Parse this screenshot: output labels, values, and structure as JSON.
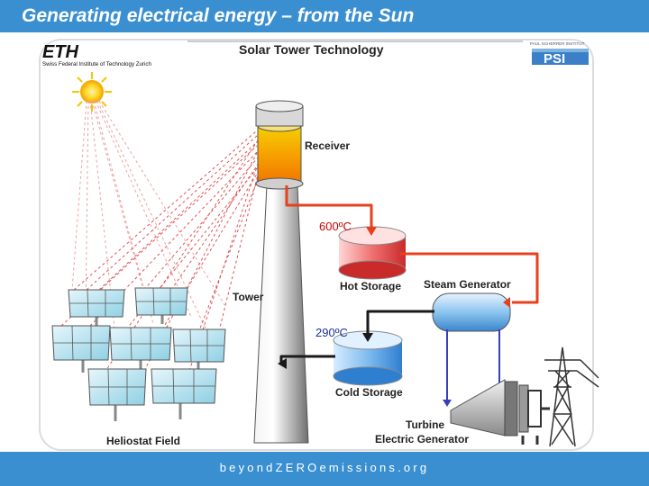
{
  "slide": {
    "title": "Generating electrical energy – from the Sun",
    "footer": "beyondZEROemissions.org"
  },
  "diagram": {
    "heading": "Solar Tower Technology",
    "logo_left": {
      "name": "ETH",
      "tagline": "Swiss Federal Institute of Technology Zurich"
    },
    "logo_right": {
      "name": "PSI",
      "tagline": "PAUL SCHERRER INSTITUT"
    },
    "labels": {
      "receiver": "Receiver",
      "tower": "Tower",
      "hot_storage": "Hot Storage",
      "steam_generator": "Steam Generator",
      "cold_storage": "Cold Storage",
      "turbine": "Turbine",
      "electric_generator": "Electric Generator",
      "heliostat_field": "Heliostat Field"
    },
    "temperatures": {
      "hot": "600ºC",
      "cold": "290ºC"
    },
    "colors": {
      "hot_pipe": "#e8401c",
      "cold_pipe": "#1a1a1a",
      "water_pipe": "#3a3fb8",
      "hot_temp_text": "#cc0000",
      "cold_temp_text": "#1f2f9a",
      "accent_bar": "#3a8fd1"
    },
    "icons": [
      "sun-icon",
      "power-pylon-icon"
    ]
  }
}
